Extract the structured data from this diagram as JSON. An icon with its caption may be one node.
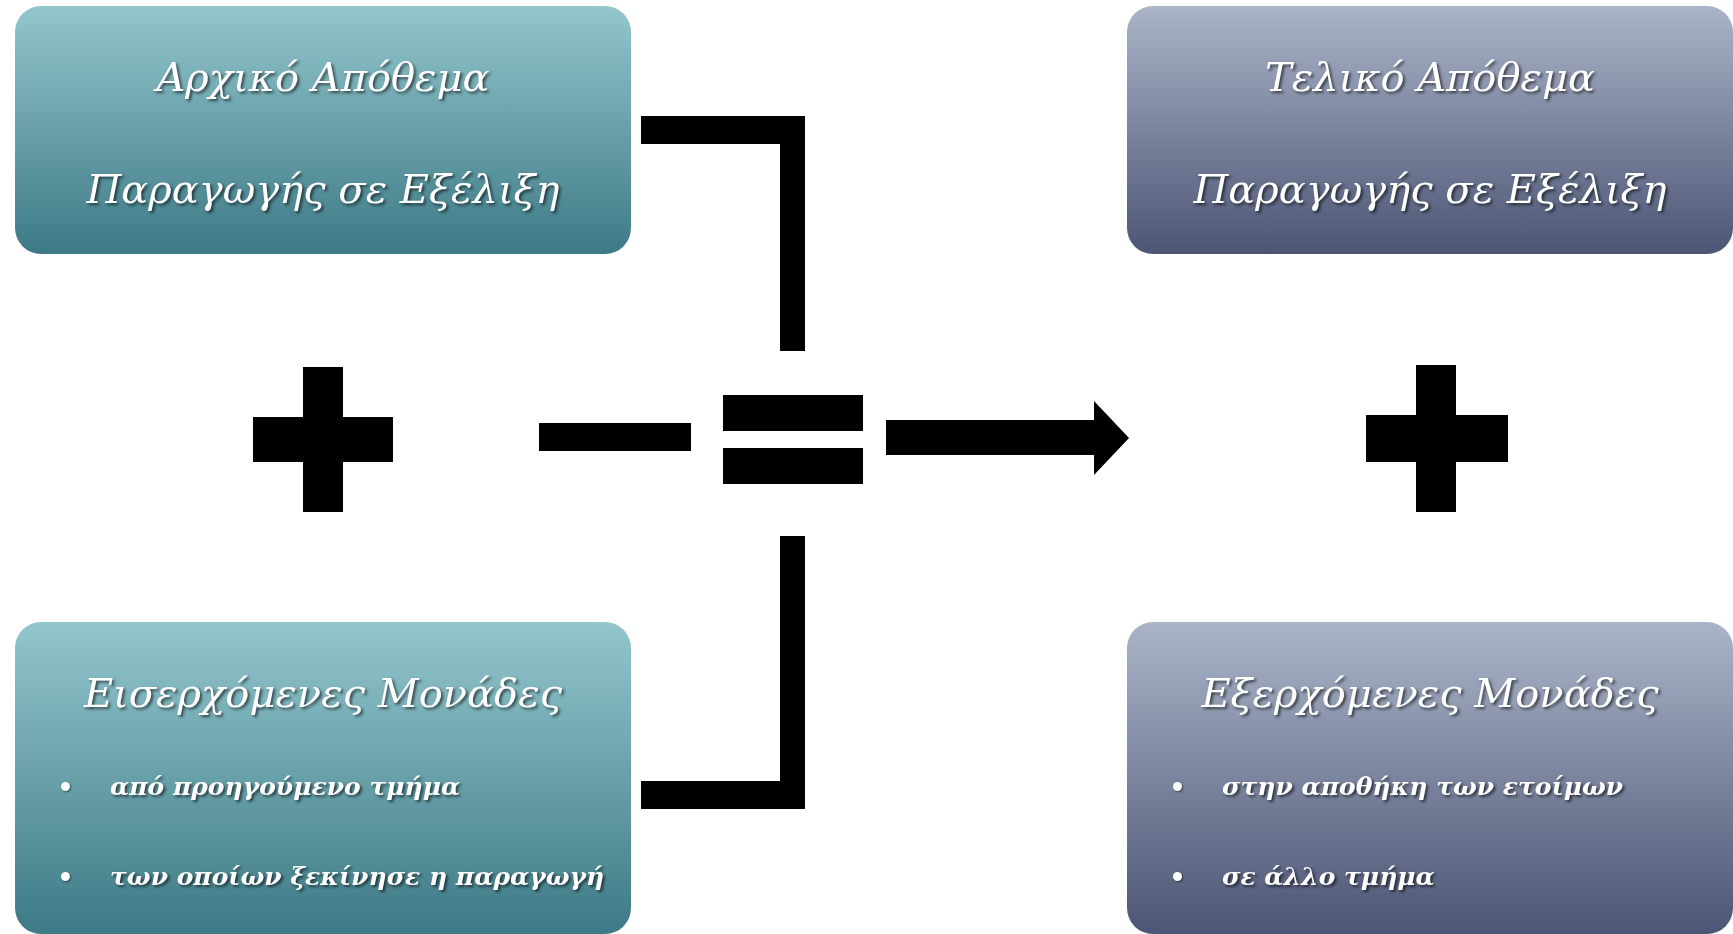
{
  "diagram": {
    "nodes": [
      {
        "text": [
          "Αρχικό Απόθεμα",
          "Παραγωγής σε Εξέλιξη"
        ]
      },
      {
        "text": [
          "Εισερχόμενες Μονάδες",
          "από προηγούμενο τμήμα",
          "των οποίων ξεκίνησε η παραγωγή"
        ]
      },
      {
        "text": [
          "Τελικό Απόθεμα",
          "Παραγωγής σε Εξέλιξη"
        ]
      },
      {
        "text": [
          "Εξερχόμενες Μονάδες",
          "στην αποθήκη των ετοίμων",
          "σε άλλο τμήμα"
        ]
      }
    ],
    "edges": []
  }
}
